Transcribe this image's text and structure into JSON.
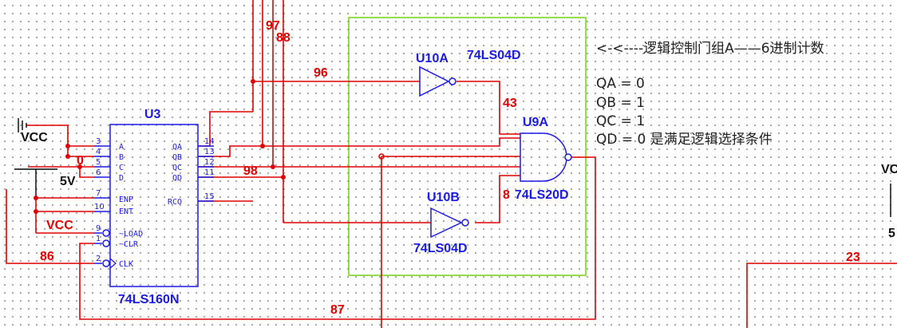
{
  "u3": {
    "refdes": "U3",
    "part": "74LS160N",
    "pins": {
      "a": "A",
      "b": "B",
      "c": "C",
      "d": "D",
      "enp": "ENP",
      "ent": "ENT",
      "load": "~LOAD",
      "clr": "~CLR",
      "clk": "CLK",
      "qa": "QA",
      "qb": "QB",
      "qc": "QC",
      "qd": "QD",
      "rco": "RCO"
    },
    "pin_numbers": {
      "a": "3",
      "b": "4",
      "c": "5",
      "d": "6",
      "enp": "7",
      "ent": "10",
      "load": "9",
      "clr": "1",
      "clk": "2",
      "qa": "14",
      "qb": "13",
      "qc": "12",
      "qd": "11",
      "rco": "15"
    }
  },
  "u10a": {
    "refdes": "U10A",
    "part": "74LS04D"
  },
  "u10b": {
    "refdes": "U10B",
    "part": "74LS04D"
  },
  "u9a": {
    "refdes": "U9A",
    "part": "74LS20D"
  },
  "nets": {
    "n97": "97",
    "n88": "88",
    "n96": "96",
    "n43": "43",
    "n98": "98",
    "n8": "8",
    "n0": "0",
    "n86": "86",
    "n87": "87",
    "n23": "23"
  },
  "power": {
    "vcc_top": "VCC",
    "vcc_low": "VCC",
    "v5": "5V",
    "vcc_right": "VC",
    "v5_right": "5"
  },
  "notes": {
    "title": "<-<----逻辑控制门组A——6进制计数",
    "qa": "QA = 0",
    "qb": "QB = 1",
    "qc": "QC = 1",
    "qd": "QD = 0 是满足逻辑选择条件"
  },
  "colors": {
    "wire": "#e00000",
    "component": "#1a1ae6",
    "selection_box": "#7ed321",
    "grid_dot": "#8f8f8f"
  }
}
